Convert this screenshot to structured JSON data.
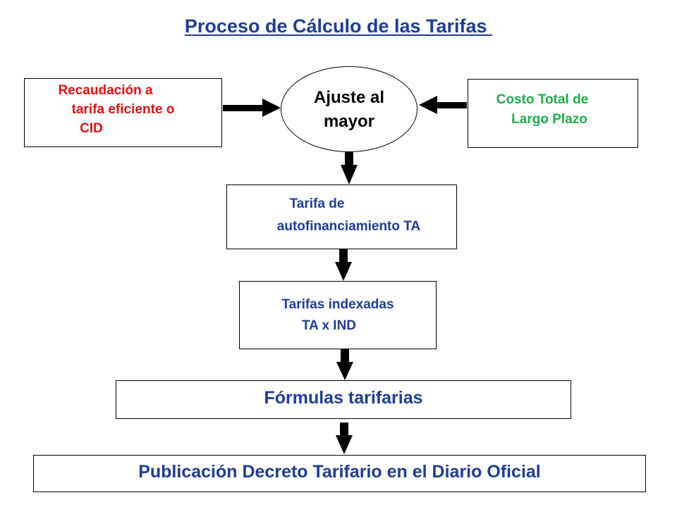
{
  "title": "Proceso de Cálculo de las Tarifas ",
  "nodes": {
    "recaudacion": {
      "lines": [
        "Recaudación a",
        "tarifa eficiente o",
        "CID"
      ],
      "color": "#e01212"
    },
    "ajuste": {
      "lines": [
        "Ajuste al",
        "mayor"
      ],
      "color": "#000000"
    },
    "costo": {
      "lines": [
        "Costo Total de",
        "Largo Plazo"
      ],
      "color": "#1fad4a"
    },
    "tarifa_auto": {
      "lines": [
        "Tarifa de",
        "autofinanciamiento TA"
      ],
      "color": "#1f3c96"
    },
    "tarifas_index": {
      "lines": [
        "Tarifas indexadas",
        "TA x IND"
      ],
      "color": "#1f3c96"
    },
    "formulas": {
      "lines": [
        "Fórmulas tarifarias"
      ],
      "color": "#1f3c96"
    },
    "publicacion": {
      "lines": [
        "Publicación Decreto Tarifario en el Diario Oficial"
      ],
      "color": "#1f3c96"
    }
  }
}
